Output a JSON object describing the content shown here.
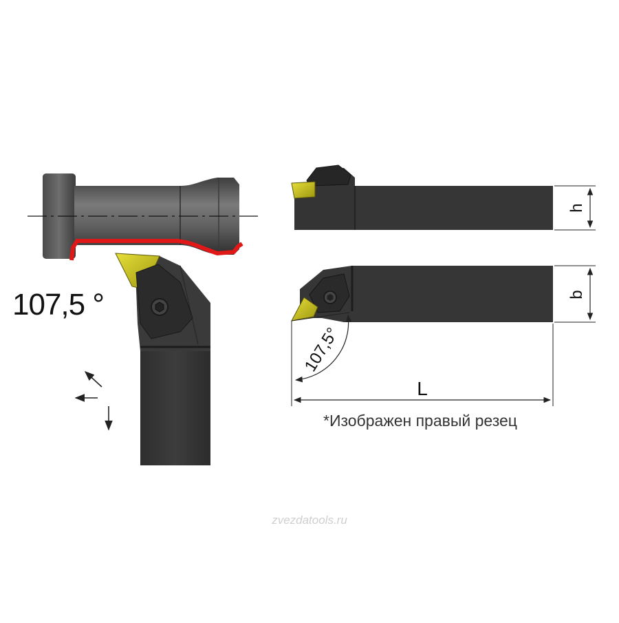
{
  "labels": {
    "angle_main": "107,5 °",
    "angle_small": "107,5°",
    "dim_h": "h",
    "dim_b": "b",
    "dim_L": "L",
    "note": "*Изображен правый резец",
    "watermark": "zvezdatools.ru"
  },
  "colors": {
    "holder": "#373737",
    "workpiece": "#585858",
    "insert": "#c8c21e",
    "cut_path": "#e01818",
    "dimension": "#222222"
  }
}
